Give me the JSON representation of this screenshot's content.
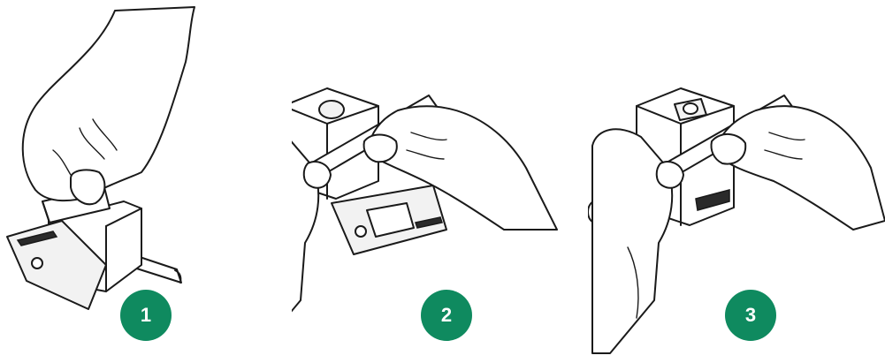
{
  "steps": [
    {
      "label": "1"
    },
    {
      "label": "2"
    },
    {
      "label": "3"
    }
  ],
  "colors": {
    "badge": "#0f8a5f",
    "line": "#1a1a1a",
    "background": "#ffffff"
  }
}
